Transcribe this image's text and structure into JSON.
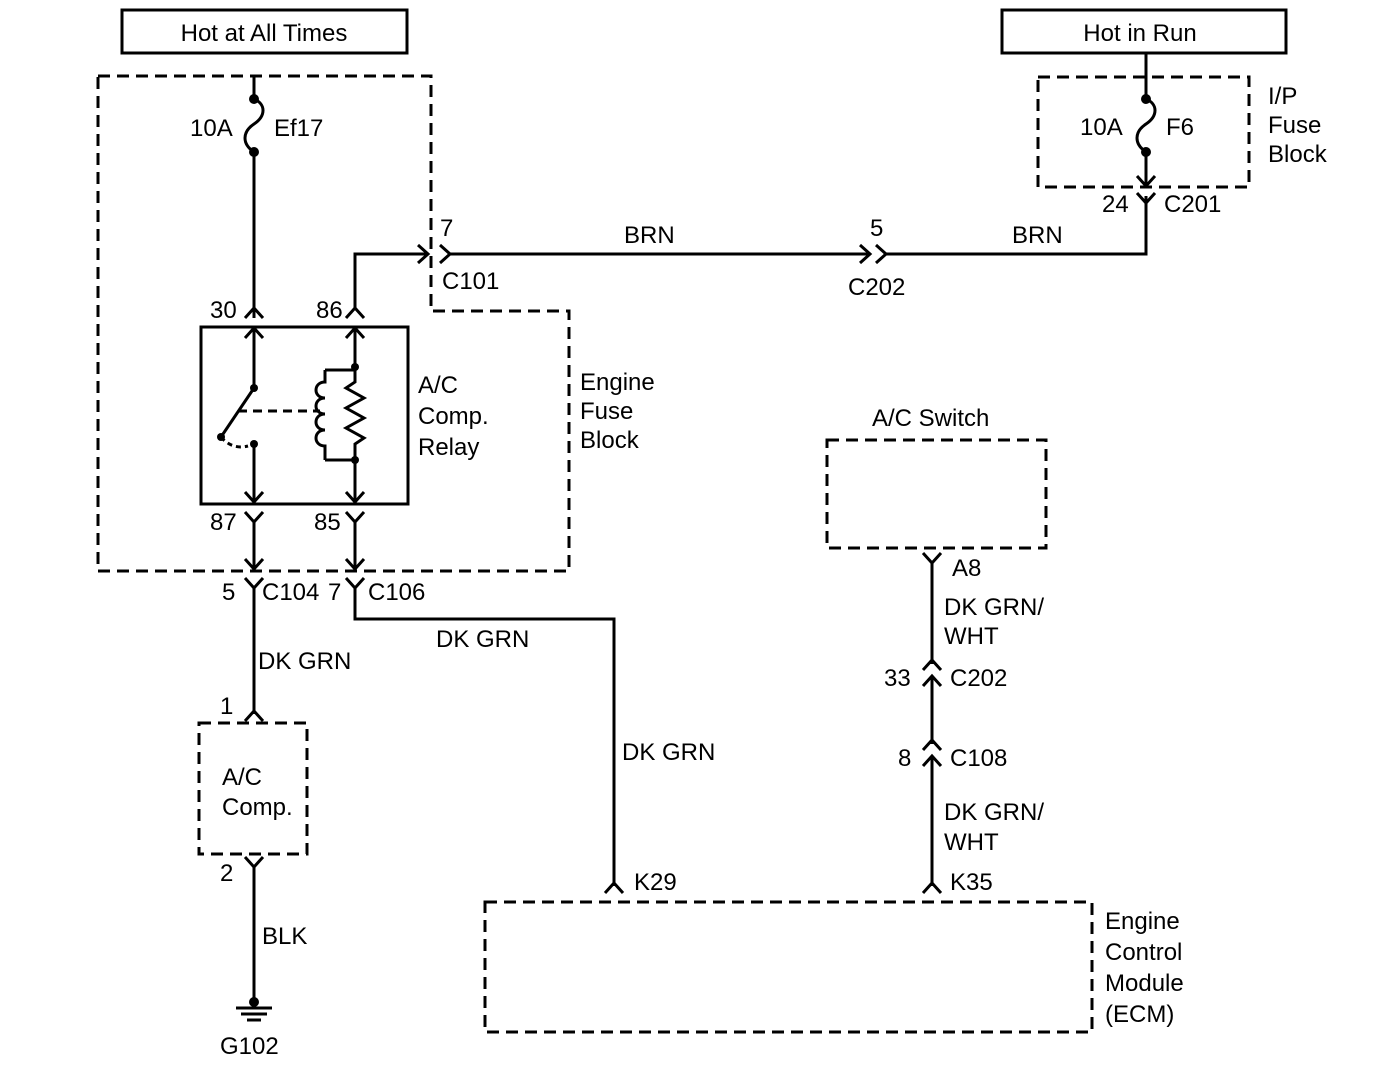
{
  "power_labels": {
    "hot_at_all_times": "Hot at All Times",
    "hot_in_run": "Hot in Run"
  },
  "fuses": {
    "ef17": {
      "rating": "10A",
      "name": "Ef17"
    },
    "f6": {
      "rating": "10A",
      "name": "F6"
    }
  },
  "blocks": {
    "ip_fuse_block": [
      "I/P",
      "Fuse",
      "Block"
    ],
    "engine_fuse_block": [
      "Engine",
      "Fuse",
      "Block"
    ],
    "relay": [
      "A/C",
      "Comp.",
      "Relay"
    ],
    "ac_switch": "A/C Switch",
    "ac_comp": [
      "A/C",
      "Comp."
    ],
    "ecm": [
      "Engine",
      "Control",
      "Module",
      "(ECM)"
    ]
  },
  "relay_pins": {
    "p30": "30",
    "p86": "86",
    "p87": "87",
    "p85": "85"
  },
  "connectors": {
    "c101": {
      "pin": "7",
      "name": "C101"
    },
    "c202_top": {
      "pin": "5",
      "name": "C202"
    },
    "c201": {
      "pin": "24",
      "name": "C201"
    },
    "c104": {
      "pin": "5",
      "name": "C104"
    },
    "c106": {
      "pin": "7",
      "name": "C106"
    },
    "a8": {
      "name": "A8"
    },
    "c202_mid": {
      "pin": "33",
      "name": "C202"
    },
    "c108": {
      "pin": "8",
      "name": "C108"
    },
    "k29": {
      "name": "K29"
    },
    "k35": {
      "name": "K35"
    },
    "comp_pin1": "1",
    "comp_pin2": "2"
  },
  "wires": {
    "brn_left": "BRN",
    "brn_right": "BRN",
    "dkgrn_c104": "DK GRN",
    "dkgrn_c106_horizontal": "DK GRN",
    "dkgrn_vertical": "DK GRN",
    "dkgrnwht_upper": [
      "DK GRN/",
      "WHT"
    ],
    "dkgrnwht_lower": [
      "DK GRN/",
      "WHT"
    ],
    "blk": "BLK"
  },
  "ground": "G102"
}
